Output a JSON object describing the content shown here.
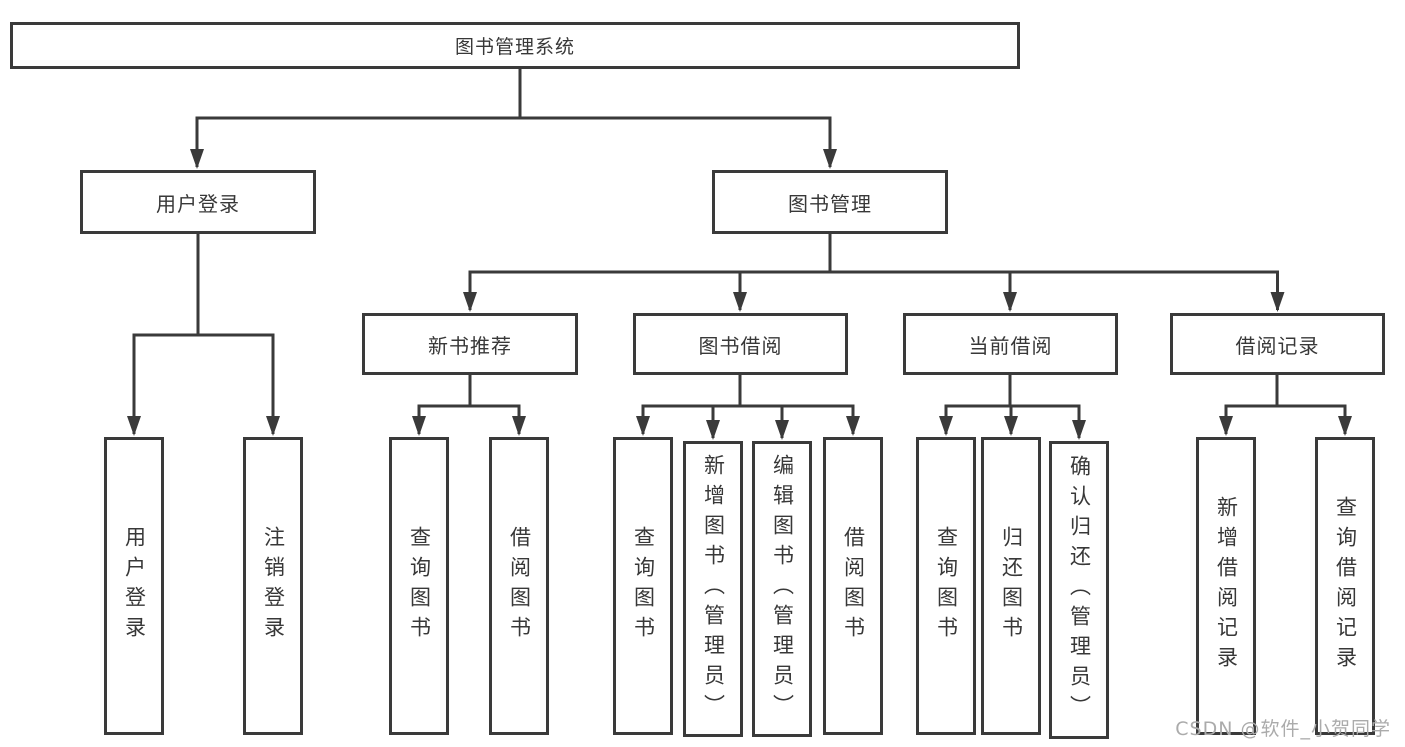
{
  "diagram": {
    "root": {
      "label": "图书管理系统"
    },
    "branches": [
      {
        "label": "用户登录",
        "leaves": [
          {
            "label": "用户登录"
          },
          {
            "label": "注销登录"
          }
        ]
      },
      {
        "label": "图书管理",
        "groups": [
          {
            "label": "新书推荐",
            "leaves": [
              {
                "label": "查询图书"
              },
              {
                "label": "借阅图书"
              }
            ]
          },
          {
            "label": "图书借阅",
            "leaves": [
              {
                "label": "查询图书"
              },
              {
                "label": "新增图书（管理员）"
              },
              {
                "label": "编辑图书（管理员）"
              },
              {
                "label": "借阅图书"
              }
            ]
          },
          {
            "label": "当前借阅",
            "leaves": [
              {
                "label": "查询图书"
              },
              {
                "label": "归还图书"
              },
              {
                "label": "确认归还（管理员）"
              }
            ]
          },
          {
            "label": "借阅记录",
            "leaves": [
              {
                "label": "新增借阅记录"
              },
              {
                "label": "查询借阅记录"
              }
            ]
          }
        ]
      }
    ]
  },
  "watermark": {
    "text": "CSDN @软件_小贺同学"
  },
  "colors": {
    "line": "#3a3a3a",
    "text": "#383838",
    "watermark": "#ababab",
    "background": "#ffffff"
  }
}
